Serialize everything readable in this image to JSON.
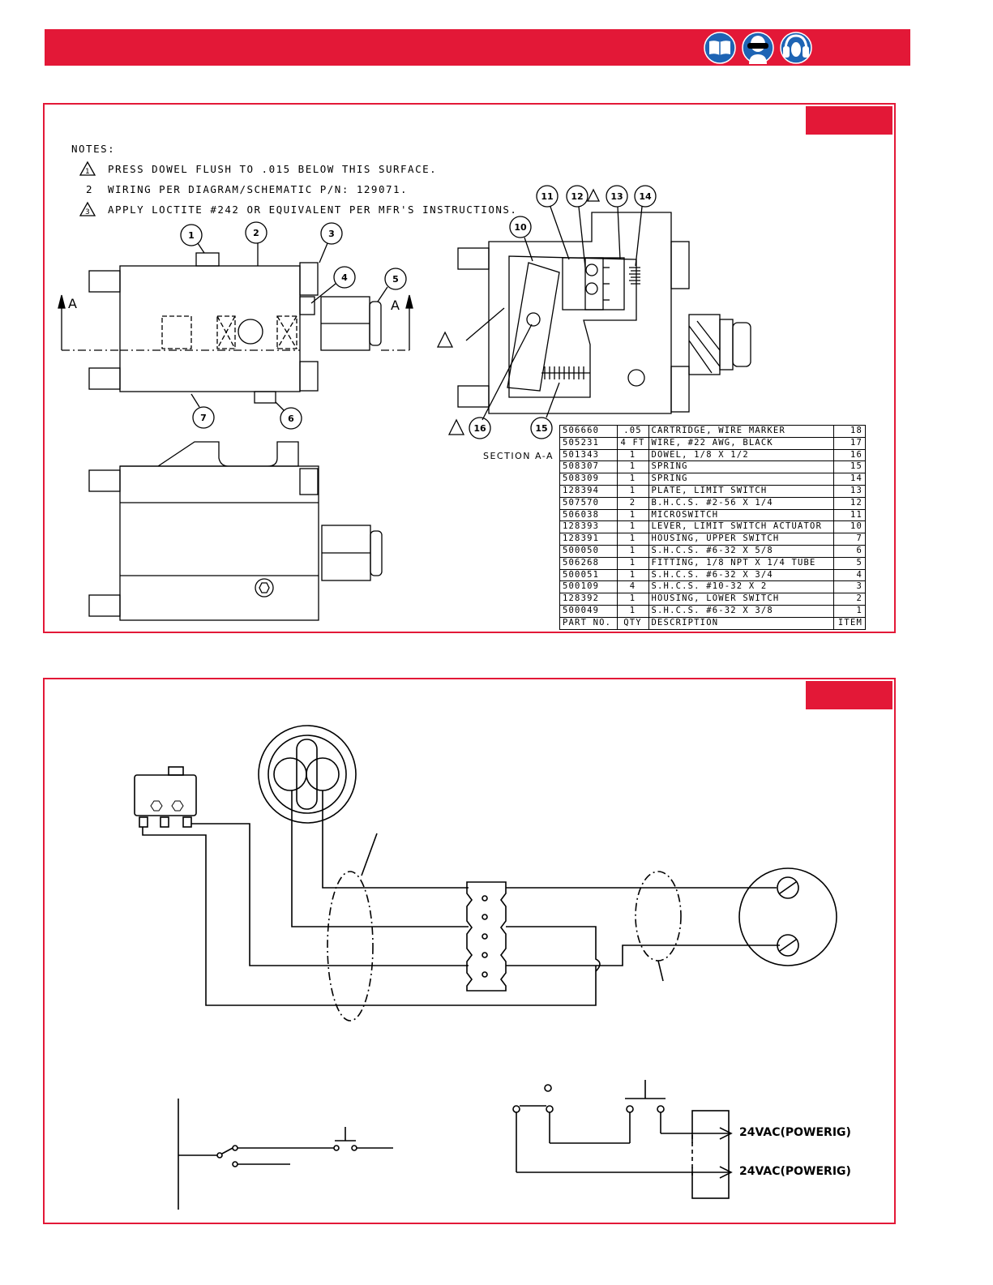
{
  "header": {
    "bar_color": "#e31837",
    "icons": [
      "read-manual-icon",
      "eye-protection-icon",
      "ear-protection-icon"
    ]
  },
  "drawing": {
    "notes_title": "NOTES:",
    "notes": [
      {
        "marker": "1",
        "marker_style": "triangle",
        "text": "PRESS DOWEL FLUSH TO .015 BELOW THIS SURFACE."
      },
      {
        "marker": "2",
        "marker_style": "plain",
        "text": "WIRING PER DIAGRAM/SCHEMATIC P/N: 129071."
      },
      {
        "marker": "3",
        "marker_style": "triangle",
        "text": "APPLY LOCTITE #242 OR EQUIVALENT PER MFR'S INSTRUCTIONS."
      }
    ],
    "section_label": "SECTION A-A",
    "section_marker": "A",
    "balloons": [
      "1",
      "2",
      "3",
      "4",
      "5",
      "6",
      "7",
      "10",
      "11",
      "12",
      "13",
      "14",
      "15",
      "16"
    ],
    "parts_header": {
      "part_no": "PART NO.",
      "qty": "QTY",
      "description": "DESCRIPTION",
      "item": "ITEM"
    },
    "parts": [
      {
        "part_no": "506660",
        "qty": ".05",
        "description": "CARTRIDGE, WIRE MARKER",
        "item": "18"
      },
      {
        "part_no": "505231",
        "qty": "4 FT",
        "description": "WIRE, #22 AWG, BLACK",
        "item": "17"
      },
      {
        "part_no": "501343",
        "qty": "1",
        "description": "DOWEL, 1/8 X 1/2",
        "item": "16"
      },
      {
        "part_no": "508307",
        "qty": "1",
        "description": "SPRING",
        "item": "15"
      },
      {
        "part_no": "508309",
        "qty": "1",
        "description": "SPRING",
        "item": "14"
      },
      {
        "part_no": "128394",
        "qty": "1",
        "description": "PLATE, LIMIT SWITCH",
        "item": "13"
      },
      {
        "part_no": "507570",
        "qty": "2",
        "description": "B.H.C.S. #2-56 X 1/4",
        "item": "12"
      },
      {
        "part_no": "506038",
        "qty": "1",
        "description": "MICROSWITCH",
        "item": "11"
      },
      {
        "part_no": "128393",
        "qty": "1",
        "description": "LEVER, LIMIT SWITCH ACTUATOR",
        "item": "10"
      },
      {
        "part_no": "128391",
        "qty": "1",
        "description": "HOUSING, UPPER SWITCH",
        "item": "7"
      },
      {
        "part_no": "500050",
        "qty": "1",
        "description": "S.H.C.S. #6-32 X 5/8",
        "item": "6"
      },
      {
        "part_no": "506268",
        "qty": "1",
        "description": "FITTING, 1/8 NPT X 1/4 TUBE",
        "item": "5"
      },
      {
        "part_no": "500051",
        "qty": "1",
        "description": "S.H.C.S. #6-32 X 3/4",
        "item": "4"
      },
      {
        "part_no": "500109",
        "qty": "4",
        "description": "S.H.C.S. #10-32 X 2",
        "item": "3"
      },
      {
        "part_no": "128392",
        "qty": "1",
        "description": "HOUSING, LOWER SWITCH",
        "item": "2"
      },
      {
        "part_no": "500049",
        "qty": "1",
        "description": "S.H.C.S. #6-32 X 3/8",
        "item": "1"
      }
    ]
  },
  "wiring": {
    "schematic_labels": [
      "24VAC(POWERIG)",
      "24VAC(POWERIG)"
    ]
  }
}
